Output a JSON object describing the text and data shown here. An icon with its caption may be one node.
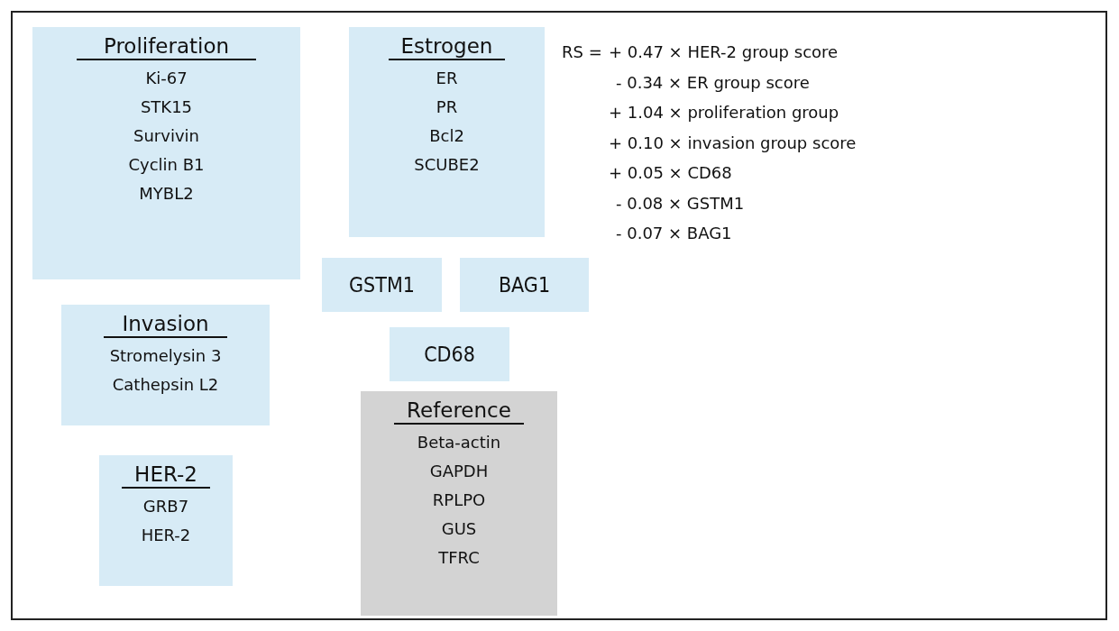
{
  "diagram": {
    "nodes": [
      {
        "text": [
          "Proliferation",
          "Ki-67",
          "STK15",
          "Survivin",
          "Cyclin B1",
          "MYBL2"
        ]
      },
      {
        "text": [
          "Estrogen",
          "ER",
          "PR",
          "Bcl2",
          "SCUBE2"
        ]
      },
      {
        "text": [
          "GSTM1"
        ]
      },
      {
        "text": [
          "BAG1"
        ]
      },
      {
        "text": [
          "Invasion",
          "Stromelysin 3",
          "Cathepsin L2"
        ]
      },
      {
        "text": [
          "CD68"
        ]
      },
      {
        "text": [
          "Reference",
          "Beta-actin",
          "GAPDH",
          "RPLPO",
          "GUS",
          "TFRC"
        ]
      },
      {
        "text": [
          "HER-2",
          "GRB7",
          "HER-2"
        ]
      }
    ],
    "labels": [
      "RS =",
      "+ 0.47 × HER-2 group score",
      "- 0.34 × ER group score",
      "+ 1.04 × proliferation group",
      "+ 0.10 × invasion group score",
      "+ 0.05 × CD68",
      "- 0.08 × GSTM1",
      "- 0.07 × BAG1"
    ]
  }
}
